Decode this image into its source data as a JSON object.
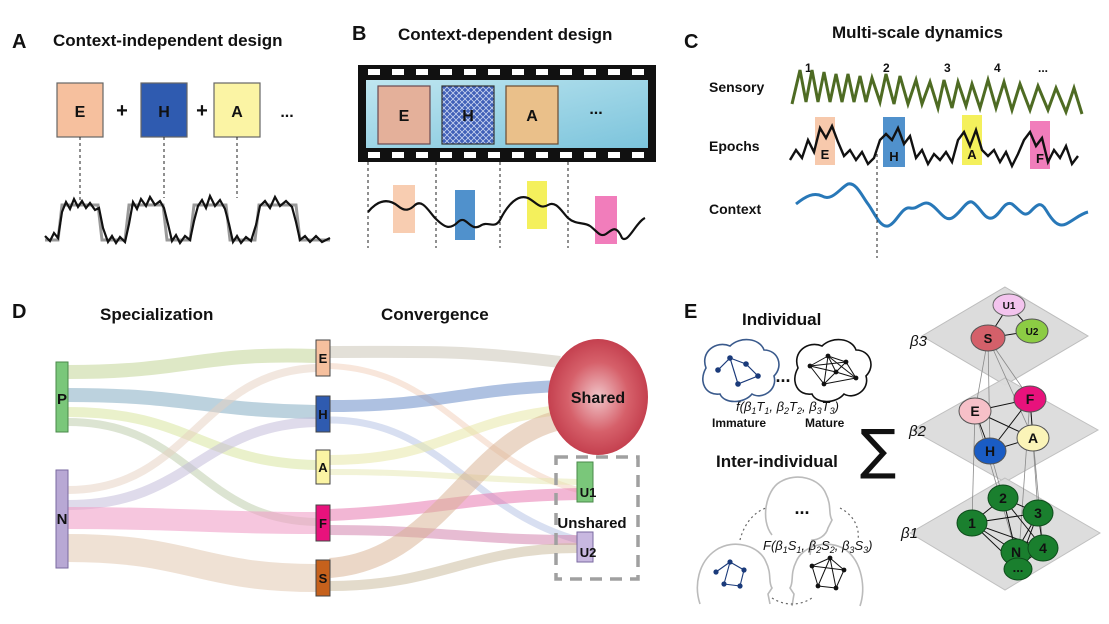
{
  "panels": {
    "A": {
      "label": "A",
      "title": "Context-independent design",
      "boxes": [
        "E",
        "H",
        "A"
      ],
      "ops": [
        "+",
        "+"
      ],
      "ellipsis": "..."
    },
    "B": {
      "label": "B",
      "title": "Context-dependent design",
      "frames": [
        "E",
        "H",
        "A",
        "..."
      ]
    },
    "C": {
      "label": "C",
      "title": "Multi-scale dynamics",
      "rows": [
        "Sensory",
        "Epochs",
        "Context"
      ],
      "segment_numbers": [
        "1",
        "2",
        "3",
        "4",
        "..."
      ],
      "epoch_tags": [
        "E",
        "H",
        "A",
        "F"
      ]
    },
    "D": {
      "label": "D",
      "left_title": "Specialization",
      "mid_title": "Convergence",
      "sources": [
        "P",
        "N"
      ],
      "middle": [
        "E",
        "H",
        "A",
        "F",
        "S"
      ],
      "shared": "Shared",
      "unshared": "Unshared",
      "u1": "U1",
      "u2": "U2"
    },
    "E": {
      "label": "E",
      "individual": "Individual",
      "immature": "Immature",
      "mature": "Mature",
      "ellipsis": "...",
      "inter": "Inter-individual",
      "sum": "∑",
      "betas": [
        "β3",
        "β2",
        "β1"
      ],
      "layer3": [
        "U1",
        "U2",
        "S"
      ],
      "layer2": [
        "E",
        "F",
        "H",
        "A"
      ],
      "layer1": [
        "2",
        "1",
        "3",
        "N",
        "4",
        "..."
      ]
    }
  },
  "colors": {
    "E": "#f6c09e",
    "H": "#2f5bb0",
    "A": "#fbf4a4",
    "F": "#e8127c",
    "S": "#c6611c",
    "P": "#7ac77a",
    "N": "#b8a8d4",
    "sensory": "#4e6b23",
    "context": "#2878b8",
    "shared": "#d1525e",
    "node_green": "#1a7f2e"
  }
}
